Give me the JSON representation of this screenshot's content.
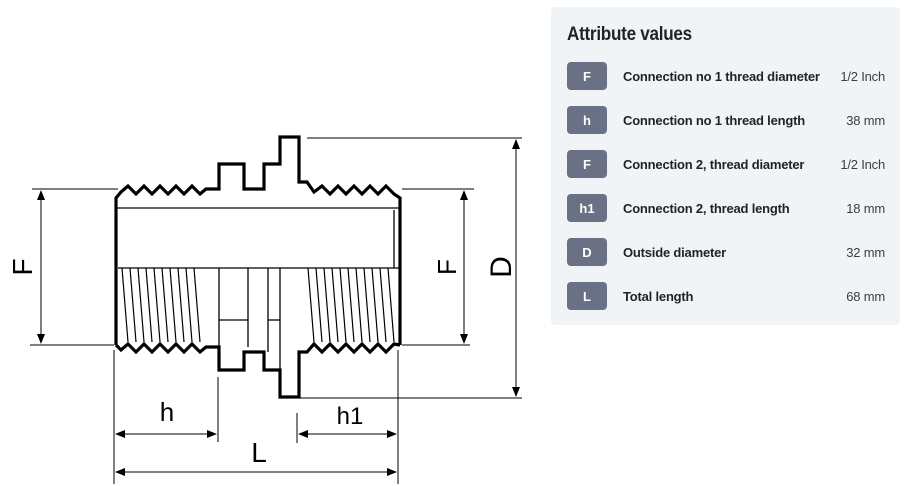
{
  "drawing": {
    "labels": {
      "F_left": "F",
      "F_right": "F",
      "D": "D",
      "h": "h",
      "h1": "h1",
      "L": "L"
    }
  },
  "panel": {
    "title": "Attribute values",
    "badge_color": "#6b7184",
    "background_color": "#f1f4f6",
    "attributes": [
      {
        "symbol": "F",
        "label": "Connection no 1 thread diameter",
        "value": "1/2 Inch"
      },
      {
        "symbol": "h",
        "label": "Connection no 1 thread length",
        "value": "38 mm"
      },
      {
        "symbol": "F",
        "label": "Connection 2, thread diameter",
        "value": "1/2 Inch"
      },
      {
        "symbol": "h1",
        "label": "Connection 2, thread length",
        "value": "18 mm"
      },
      {
        "symbol": "D",
        "label": "Outside diameter",
        "value": "32 mm"
      },
      {
        "symbol": "L",
        "label": "Total length",
        "value": "68 mm"
      }
    ]
  }
}
